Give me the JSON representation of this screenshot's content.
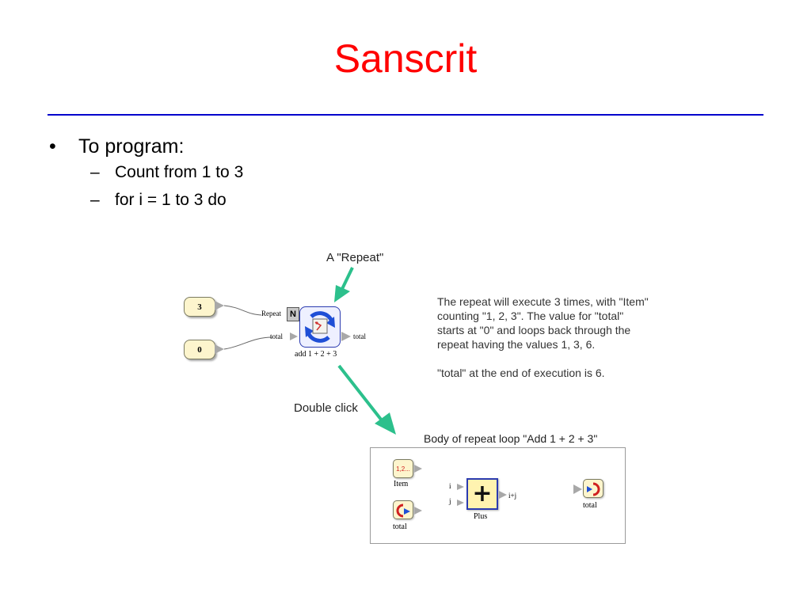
{
  "slide": {
    "title": "Sanscrit",
    "bullet": "To program:",
    "subbullets": [
      "Count from 1 to 3",
      "for i = 1 to 3 do"
    ]
  },
  "diagram": {
    "repeat_callout": "A \"Repeat\"",
    "double_click_callout": "Double click",
    "const_three": "3",
    "const_zero": "0",
    "port_repeat": "Repeat",
    "port_total_in": "total",
    "port_total_out": "total",
    "n_badge": "N",
    "repeat_caption": "add 1 + 2 + 3",
    "explanation_lines": [
      "The repeat will execute 3 times, with \"Item\"",
      "counting \"1, 2, 3\".  The value for \"total\"",
      "starts at \"0\" and loops back through the",
      "repeat having the values 1, 3, 6.",
      "",
      "\"total\" at the end of execution is 6."
    ],
    "body_title": "Body of repeat loop \"Add 1 + 2 + 3\"",
    "item_icon_text": "1,2...",
    "item_label": "Item",
    "total_in_label": "total",
    "port_i": "i",
    "port_j": "j",
    "port_ij": "i+j",
    "plus_symbol": "+",
    "plus_label": "Plus",
    "total_out_label": "total"
  },
  "colors": {
    "title": "#ff0000",
    "rule": "#0000cc",
    "arrow": "#2cc08c",
    "const_box": "#fdf5cd",
    "port_gray": "#a8a8a8",
    "node_border": "#2b3bb0",
    "loop_blue": "#1f4fd6",
    "plus_box": "#fff3b0"
  }
}
